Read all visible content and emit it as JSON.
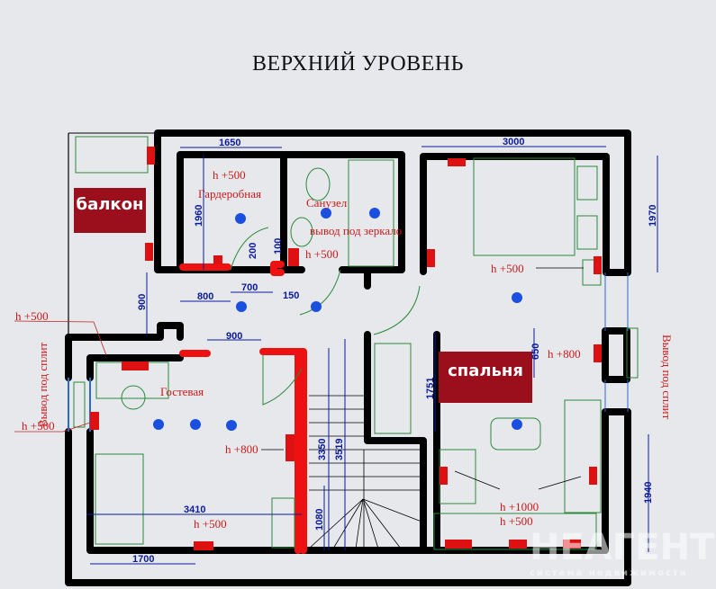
{
  "title": "ВЕРХНИЙ УРОВЕНЬ",
  "rooms": {
    "balcony": "балкон",
    "bedroom": "спальня",
    "wardrobe": "Гардеробная",
    "bathroom": "Санузел",
    "guest": "Гостевая"
  },
  "notes": {
    "h500_wardrobe": "h +500",
    "h500_bath": "h +500",
    "mirror": "вывод под зеркало",
    "h500_bed": "h +500",
    "h800_bed": "h +800",
    "h500_left_top": "h +500",
    "h500_left": "h +500",
    "h800_guest": "h +800",
    "h500_guest": "h +500",
    "h1000": "h +1000",
    "h500_bottom": "h +500",
    "split_left": "Вывод под сплит",
    "split_right": "Вывод под сплит"
  },
  "dims": {
    "d1650": "1650",
    "d3000": "3000",
    "d1960": "1960",
    "d1970": "1970",
    "d200": "200",
    "d100": "100",
    "d800": "800",
    "d700": "700",
    "d150": "150",
    "d900a": "900",
    "d900b": "900",
    "d1751": "1751",
    "d650": "650",
    "d3350": "3350",
    "d3519": "3519",
    "d1080": "1080",
    "d3410": "3410",
    "d1700": "1700",
    "d1940": "1940"
  },
  "watermark": {
    "brand": "НЕАГЕНТ",
    "tagline": "система недвижимости"
  },
  "colors": {
    "walls": "#000000",
    "red_walls": "#ee1111",
    "labels_bg": "#9b0e1c",
    "dimensions": "#0a1a9a",
    "furniture": "#2a8a3a",
    "lamps": "#1a4fe0"
  }
}
